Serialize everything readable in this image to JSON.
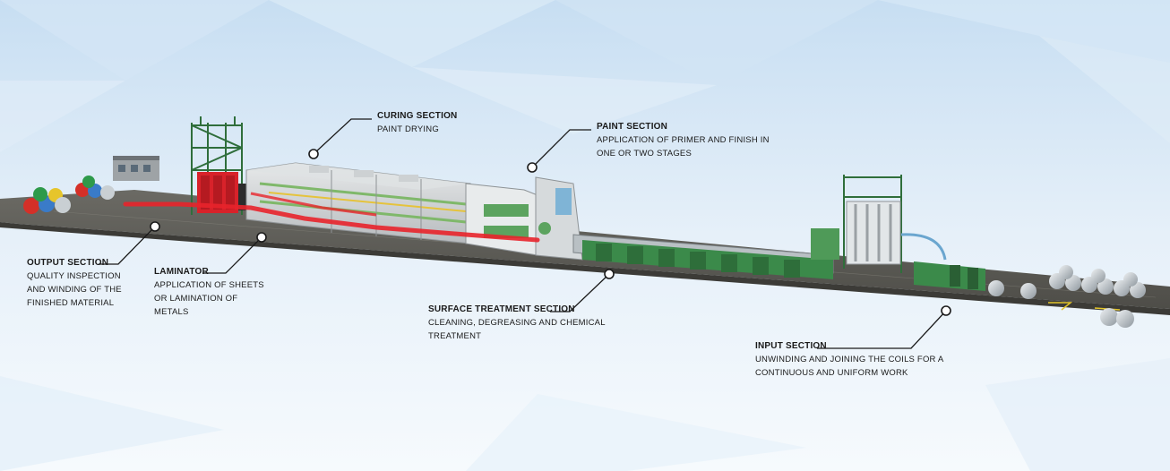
{
  "sections": {
    "curing": {
      "title": "CURING SECTION",
      "desc_lines": [
        "PAINT DRYING"
      ]
    },
    "paint": {
      "title": "PAINT SECTION",
      "desc_lines": [
        "APPLICATION OF PRIMER AND FINISH IN",
        "ONE OR TWO STAGES"
      ]
    },
    "output": {
      "title": "OUTPUT SECTION",
      "desc_lines": [
        "QUALITY INSPECTION",
        "AND WINDING OF THE",
        "FINISHED MATERIAL"
      ]
    },
    "laminator": {
      "title": "LAMINATOR",
      "desc_lines": [
        "APPLICATION OF SHEETS",
        "OR LAMINATION OF",
        "METALS"
      ]
    },
    "surface": {
      "title": "SURFACE TREATMENT SECTION",
      "desc_lines": [
        "CLEANING, DEGREASING AND CHEMICAL",
        "TREATMENT"
      ]
    },
    "input": {
      "title": "INPUT SECTION",
      "desc_lines": [
        "UNWINDING AND JOINING THE COILS FOR A",
        "CONTINUOUS AND UNIFORM WORK"
      ]
    }
  },
  "colors": {
    "sky_top": "#cfe3f4",
    "sky_bottom": "#f4f9fd",
    "floor": "#5f5f5a",
    "machine_green": "#3b8a4a",
    "machine_grey": "#c9ccce",
    "strip_red": "#e8242b",
    "coil_silver": "#b9c0c6",
    "callout_line": "#1a1a1a"
  }
}
